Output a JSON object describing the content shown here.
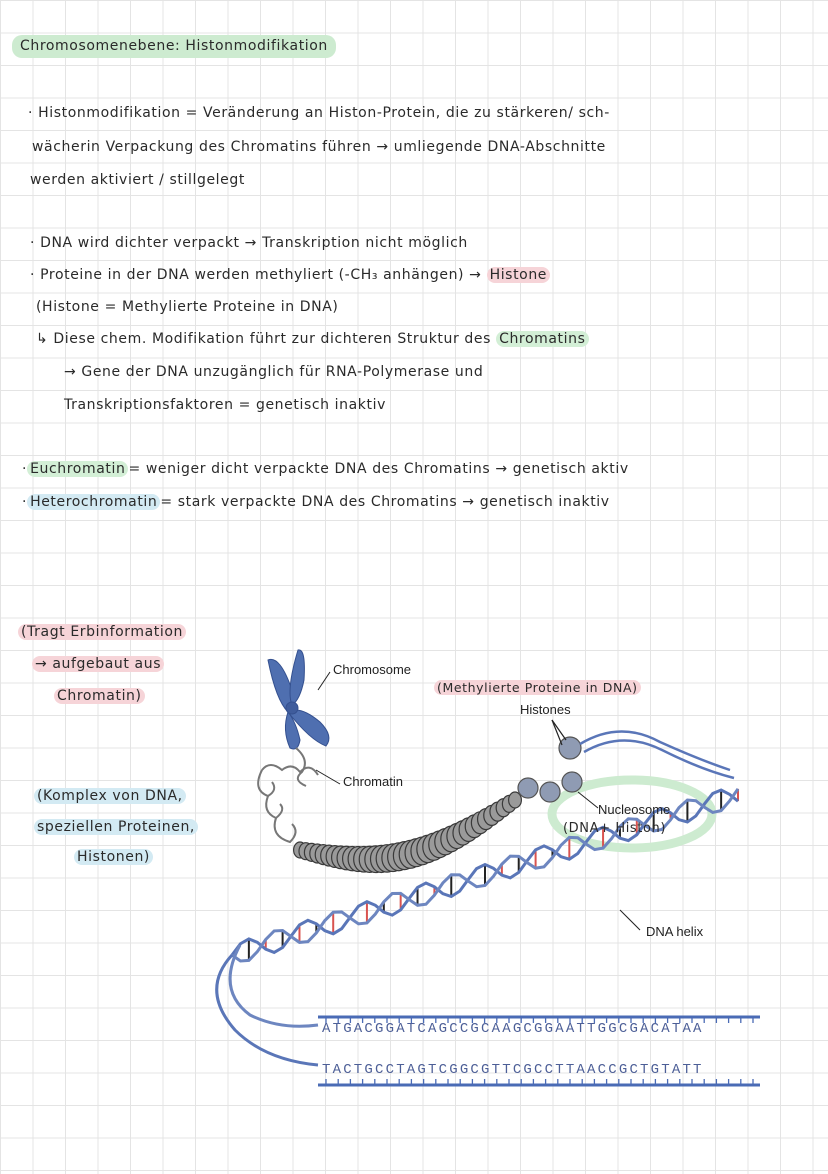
{
  "title": "Chromosomenebene: Histonmodifikation",
  "definition": {
    "line1": "· Histonmodifikation = Veränderung an Histon-Protein, die zu stärkeren/ sch-",
    "line2": "wächerin Verpackung des Chromatins führen → umliegende DNA-Abschnitte",
    "line3": "werden aktiviert / stillgelegt"
  },
  "points": {
    "p1": "· DNA wird dichter verpackt → Transkription nicht möglich",
    "p2_a": "· Proteine in der DNA werden methyliert (-CH₃ anhängen) →",
    "p2_b": "Histone",
    "p3": "(Histone = Methylierte Proteine in DNA)",
    "p4_a": "↳ Diese chem. Modifikation führt zur dichteren Struktur des",
    "p4_b": "Chromatins",
    "p5": "→ Gene der DNA unzugänglich für RNA-Polymerase und",
    "p6": "Transkriptionsfaktoren = genetisch inaktiv"
  },
  "euchromatin": {
    "term": "Euchromatin",
    "text": "= weniger dicht verpackte DNA des Chromatins → genetisch aktiv"
  },
  "heterochromatin": {
    "term": "Heterochromatin",
    "text": "= stark verpackte DNA des Chromatins → genetisch inaktiv"
  },
  "side_notes": {
    "chromosome_1": "(Tragt Erbinformation",
    "chromosome_2": "→ aufgebaut aus",
    "chromosome_3": "Chromatin)",
    "chromatin_1": "(Komplex von DNA,",
    "chromatin_2": "speziellen Proteinen,",
    "chromatin_3": "Histonen)"
  },
  "diagram_labels": {
    "chromosome": "Chromosome",
    "chromatin": "Chromatin",
    "histones_note": "(Methylierte Proteine in DNA)",
    "histones": "Histones",
    "nucleosome": "Nucleosome",
    "nucleosome_note": "(DNA+ Histon)",
    "dna_helix": "DNA helix"
  },
  "sequence": {
    "top": "ATGACGGATCAGCCGCAAGCGGAATTGGCGACATAA",
    "bottom": "TACTGCCTAGTCGGCGTTCGCCTTAACCGCTGTATT"
  },
  "colors": {
    "title_highlight": "#cdebd0",
    "pink_highlight": "#f6d4d8",
    "green_highlight": "#d3efd6",
    "blue_highlight": "#d3eaf3",
    "chromosome": "#4f6fb0",
    "histone": "#8f9bb3",
    "helix": "#5a76b8"
  }
}
